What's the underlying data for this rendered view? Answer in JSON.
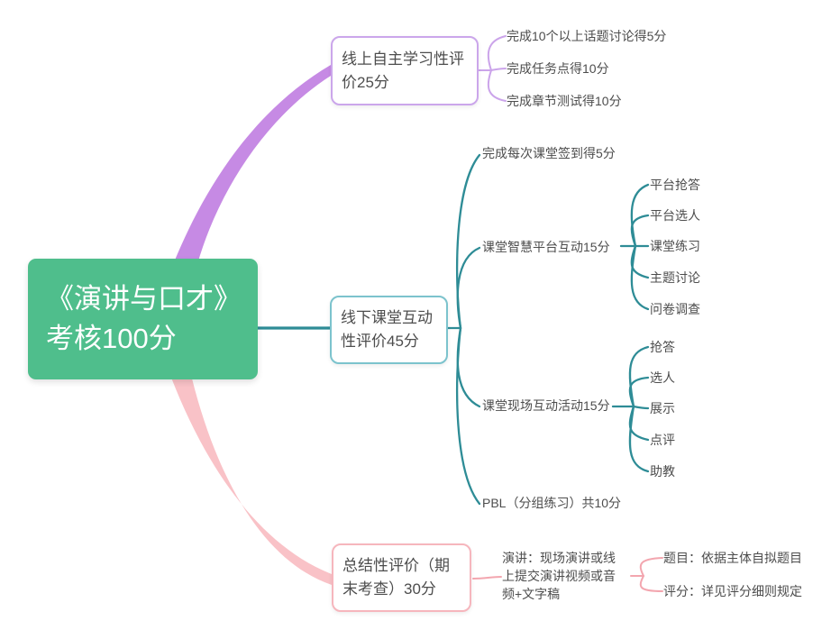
{
  "root": {
    "label": "《演讲与口才》考核100分"
  },
  "branches": {
    "online": {
      "label": "线上自主学习性评价25分",
      "children": [
        "完成10个以上话题讨论得5分",
        "完成任务点得10分",
        "完成章节测试得10分"
      ]
    },
    "offline": {
      "label": "线下课堂互动性评价45分",
      "children": {
        "signin": {
          "label": "完成每次课堂签到得5分"
        },
        "platform": {
          "label": "课堂智慧平台互动15分",
          "children": [
            "平台抢答",
            "平台选人",
            "课堂练习",
            "主题讨论",
            "问卷调查"
          ]
        },
        "live": {
          "label": "课堂现场互动活动15分",
          "children": [
            "抢答",
            "选人",
            "展示",
            "点评",
            "助教"
          ]
        },
        "pbl": {
          "label": "PBL（分组练习）共10分"
        }
      }
    },
    "summary": {
      "label": "总结性评价（期末考查）30分",
      "children": {
        "speech": {
          "label": "演讲：现场演讲或线上提交演讲视频或音频+文字稿",
          "children": [
            "题目：依据主体自拟题目",
            "评分：详见评分细则规定"
          ]
        }
      }
    }
  },
  "colors": {
    "root_bg": "#4fbe8c",
    "root_text": "#ffffff",
    "online_branch": "#c68ae4",
    "online_line": "#cba4ea",
    "offline_line": "#2e8c96",
    "offline_border": "#7cc3cd",
    "summary_branch": "#f9c2c7",
    "summary_line": "#f3a6af",
    "summary_border": "#f6b6bd",
    "text": "#4d4d4d"
  }
}
